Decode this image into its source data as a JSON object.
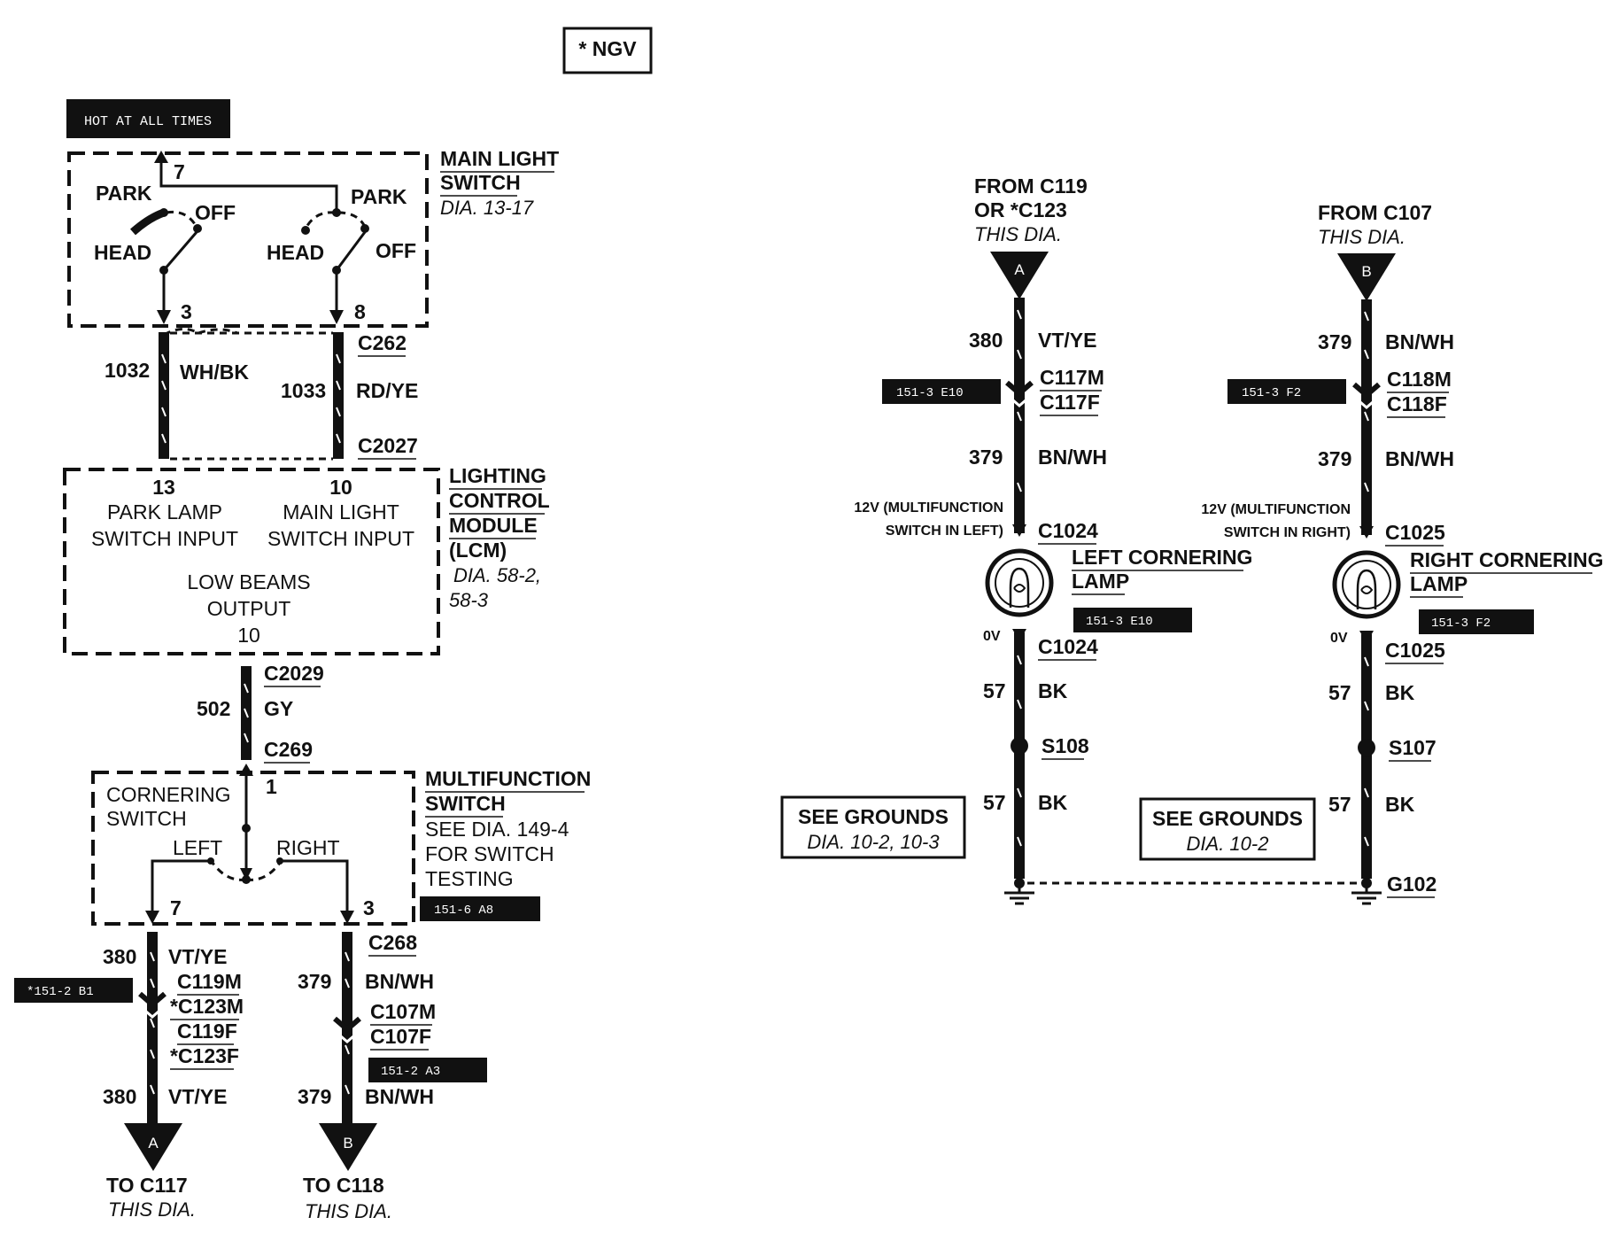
{
  "ngv_box": "* NGV",
  "hot_at_all_times": "HOT AT ALL TIMES",
  "main_light_switch": {
    "title_line1": "MAIN LIGHT",
    "title_line2": "SWITCH",
    "dia": "DIA. 13-17",
    "pin_top": "7",
    "pin_left": "3",
    "pin_right": "8",
    "left_park": "PARK",
    "left_off": "OFF",
    "left_head": "HEAD",
    "right_park": "PARK",
    "right_head": "HEAD",
    "right_off": "OFF"
  },
  "wires_upper": {
    "c262": "C262",
    "c2027": "C2027",
    "w1032_num": "1032",
    "w1032_color": "WH/BK",
    "w1033_num": "1033",
    "w1033_color": "RD/YE"
  },
  "lcm": {
    "title_line1": "LIGHTING",
    "title_line2": "CONTROL",
    "title_line3": "MODULE",
    "title_line4": "(LCM)",
    "dia_line1": "DIA. 58-2,",
    "dia_line2": "58-3",
    "pin13": "13",
    "pin10_top": "10",
    "park_lamp_l1": "PARK LAMP",
    "park_lamp_l2": "SWITCH  INPUT",
    "main_light_l1": "MAIN LIGHT",
    "main_light_l2": "SWITCH  INPUT",
    "low_beams_l1": "LOW BEAMS",
    "low_beams_l2": "OUTPUT",
    "pin10_bottom": "10"
  },
  "wire_502": {
    "c2029": "C2029",
    "c269": "C269",
    "num": "502",
    "color": "GY"
  },
  "multifunction_switch": {
    "title_line1": "MULTIFUNCTION",
    "title_line2": "SWITCH",
    "see_dia": "SEE DIA. 149-4",
    "for_switch": "FOR SWITCH",
    "testing": "TESTING",
    "ref": "151-6 A8",
    "cornering_l1": "CORNERING",
    "cornering_l2": "SWITCH",
    "pin1": "1",
    "left": "LEFT",
    "right": "RIGHT",
    "pin7": "7",
    "pin3": "3"
  },
  "lower_left": {
    "c268": "C268",
    "w380_num": "380",
    "w380_color": "VT/YE",
    "w379_num": "379",
    "w379_color": "BN/WH",
    "ref_left": "*151-2 B1",
    "c119m": "C119M",
    "c123m": "*C123M",
    "c119f": "C119F",
    "c123f": "*C123F",
    "c107m": "C107M",
    "c107f": "C107F",
    "ref_right": "151-2 A3",
    "w380b_num": "380",
    "w380b_color": "VT/YE",
    "w379b_num": "379",
    "w379b_color": "BN/WH",
    "arrow_a": "A",
    "arrow_b": "B",
    "to_c117": "TO C117",
    "to_c118": "TO C118",
    "this_dia_a": "THIS DIA.",
    "this_dia_b": "THIS DIA."
  },
  "right_a": {
    "from_l1": "FROM C119",
    "from_l2": "OR *C123",
    "from_l3": "THIS DIA.",
    "arrow": "A",
    "w380_num": "380",
    "w380_color": "VT/YE",
    "ref": "151-3 E10",
    "c117m": "C117M",
    "c117f": "C117F",
    "w379_num": "379",
    "w379_color": "BN/WH",
    "v12_l1": "12V (MULTIFUNCTION",
    "v12_l2": "SWITCH IN LEFT)",
    "c1024_top": "C1024",
    "lamp_l1": "LEFT CORNERING",
    "lamp_l2": "LAMP",
    "lamp_ref": "151-3 E10",
    "ov": "0V",
    "c1024_bottom": "C1024",
    "w57a_num": "57",
    "w57a_color": "BK",
    "splice": "S108",
    "w57b_num": "57",
    "w57b_color": "BK",
    "grounds_l1": "SEE GROUNDS",
    "grounds_l2": "DIA. 10-2, 10-3"
  },
  "right_b": {
    "from_l1": "FROM C107",
    "from_l2": "THIS DIA.",
    "arrow": "B",
    "w379_num": "379",
    "w379_color": "BN/WH",
    "ref": "151-3 F2",
    "c118m": "C118M",
    "c118f": "C118F",
    "w379b_num": "379",
    "w379b_color": "BN/WH",
    "v12_l1": "12V (MULTIFUNCTION",
    "v12_l2": "SWITCH IN RIGHT)",
    "c1025_top": "C1025",
    "lamp_l1": "RIGHT CORNERING",
    "lamp_l2": "LAMP",
    "lamp_ref": "151-3 F2",
    "ov": "0V",
    "c1025_bottom": "C1025",
    "w57a_num": "57",
    "w57a_color": "BK",
    "splice": "S107",
    "w57b_num": "57",
    "w57b_color": "BK",
    "grounds_l1": "SEE GROUNDS",
    "grounds_l2": "DIA. 10-2",
    "ground": "G102"
  }
}
